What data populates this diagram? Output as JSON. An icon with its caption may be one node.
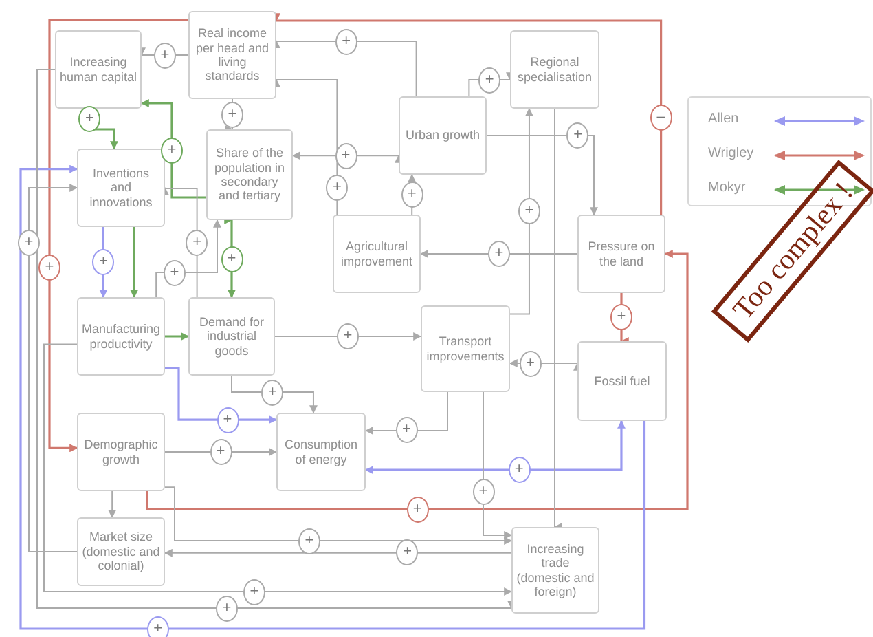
{
  "diagram": {
    "nodes": [
      {
        "text": [
          "Real income per head and living standards"
        ]
      },
      {
        "text": [
          "Increasing human capital"
        ]
      },
      {
        "text": [
          "Regional specialisation"
        ]
      },
      {
        "text": [
          "Urban growth"
        ]
      },
      {
        "text": [
          "Inventions and innovations"
        ]
      },
      {
        "text": [
          "Share of the population in secondary and tertiary"
        ]
      },
      {
        "text": [
          "Agricultural improvement"
        ]
      },
      {
        "text": [
          "Pressure on the land"
        ]
      },
      {
        "text": [
          "Manufacturing productivity"
        ]
      },
      {
        "text": [
          "Demand for industrial goods"
        ]
      },
      {
        "text": [
          "Transport improvements"
        ]
      },
      {
        "text": [
          "Fossil fuel"
        ]
      },
      {
        "text": [
          "Demographic growth"
        ]
      },
      {
        "text": [
          "Consumption of energy"
        ]
      },
      {
        "text": [
          "Market size (domestic and colonial)"
        ]
      },
      {
        "text": [
          "Increasing trade (domestic and foreign)"
        ]
      }
    ],
    "edges": [
      {
        "from": 0,
        "to": 1,
        "arrow": "to",
        "label": "+"
      },
      {
        "from": 0,
        "to": 5,
        "arrow": "to",
        "label": "+"
      },
      {
        "from": 3,
        "to": 0,
        "arrow": "to",
        "label": "+"
      },
      {
        "from": 6,
        "to": 0,
        "arrow": "to",
        "label": "+"
      },
      {
        "from": 5,
        "to": 3,
        "arrow": "both",
        "label": "+"
      },
      {
        "from": 3,
        "to": 2,
        "arrow": "to",
        "label": "+"
      },
      {
        "from": 6,
        "to": 3,
        "arrow": "to",
        "label": "+"
      },
      {
        "from": 3,
        "to": 7,
        "arrow": "to",
        "label": "+"
      },
      {
        "from": 7,
        "to": 6,
        "arrow": "to",
        "label": "+"
      },
      {
        "from": 7,
        "to": 11,
        "arrow": "to",
        "label": "+",
        "color": "#d0786e"
      },
      {
        "from": 7,
        "to": 0,
        "arrow": "to",
        "label": "–",
        "color": "#d0786e"
      },
      {
        "from": 4,
        "to": 8,
        "arrow": "to",
        "label": "+",
        "color": "#9a9af0"
      },
      {
        "from": 4,
        "to": 8,
        "arrow": "to",
        "color": "#6faa5e"
      },
      {
        "from": 1,
        "to": 4,
        "arrow": "to",
        "label": "+",
        "color": "#6faa5e"
      },
      {
        "from": 5,
        "to": 1,
        "arrow": "to",
        "label": "+",
        "color": "#6faa5e"
      },
      {
        "from": 9,
        "to": 5,
        "arrow": "both",
        "label": "+",
        "color": "#6faa5e"
      },
      {
        "from": 8,
        "to": 9,
        "arrow": "to",
        "color": "#6faa5e"
      },
      {
        "from": 9,
        "to": 4,
        "arrow": "to",
        "label": "+"
      },
      {
        "from": 8,
        "to": 5,
        "arrow": "to",
        "label": "+"
      },
      {
        "from": 9,
        "to": 10,
        "arrow": "to",
        "label": "+"
      },
      {
        "from": 9,
        "to": 13,
        "arrow": "to",
        "label": "+"
      },
      {
        "from": 8,
        "to": 13,
        "arrow": "to",
        "label": "+",
        "color": "#9a9af0"
      },
      {
        "from": 12,
        "to": 13,
        "arrow": "to",
        "label": "+"
      },
      {
        "from": 10,
        "to": 13,
        "arrow": "to",
        "label": "+"
      },
      {
        "from": 13,
        "to": 11,
        "arrow": "both",
        "label": "+",
        "color": "#9a9af0"
      },
      {
        "from": 10,
        "to": 11,
        "arrow": "both",
        "label": "+"
      },
      {
        "from": 12,
        "to": 14,
        "arrow": "to"
      },
      {
        "from": 0,
        "to": 12,
        "arrow": "to",
        "label": "+",
        "color": "#d0786e"
      },
      {
        "from": 12,
        "to": 7,
        "arrow": "to",
        "label": "+",
        "color": "#d0786e"
      },
      {
        "from": 11,
        "to": 4,
        "arrow": "to",
        "label": "+",
        "color": "#9a9af0"
      },
      {
        "from": 15,
        "to": 14,
        "arrow": "to",
        "label": "+"
      },
      {
        "from": 12,
        "to": 15,
        "arrow": "to",
        "label": "+"
      },
      {
        "from": 8,
        "to": 15,
        "arrow": "to",
        "label": "+"
      },
      {
        "from": 14,
        "to": 4,
        "arrow": "to",
        "label": "+"
      },
      {
        "from": 1,
        "to": 15,
        "arrow": "to",
        "label": "+"
      },
      {
        "from": 10,
        "to": 15,
        "arrow": "to",
        "label": "+"
      },
      {
        "from": 10,
        "to": 2,
        "arrow": "to",
        "label": "+"
      },
      {
        "from": 2,
        "to": 15,
        "arrow": "to"
      }
    ],
    "labels": [
      "Too complex !"
    ],
    "legend": [
      {
        "text": "Allen"
      },
      {
        "text": "Wrigley"
      },
      {
        "text": "Mokyr"
      }
    ]
  }
}
